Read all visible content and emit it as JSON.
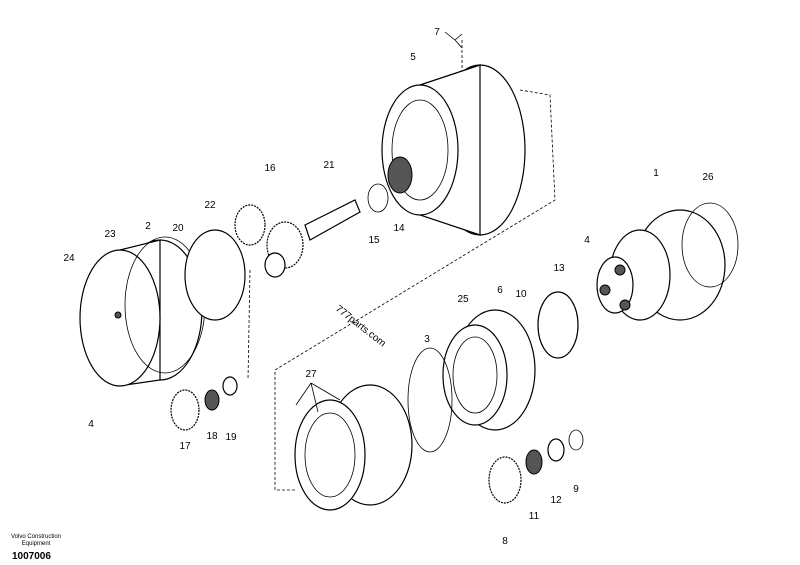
{
  "labels": [
    "7",
    "5",
    "16",
    "21",
    "1",
    "26",
    "23",
    "2",
    "22",
    "20",
    "24",
    "15",
    "14",
    "4",
    "13",
    "6",
    "10",
    "25",
    "3",
    "27",
    "4",
    "17",
    "18",
    "19",
    "9",
    "12",
    "11",
    "8"
  ],
  "watermark": "777parts.com",
  "footer": {
    "brand": "Volvo Construction Equipment",
    "code": "1007006"
  }
}
